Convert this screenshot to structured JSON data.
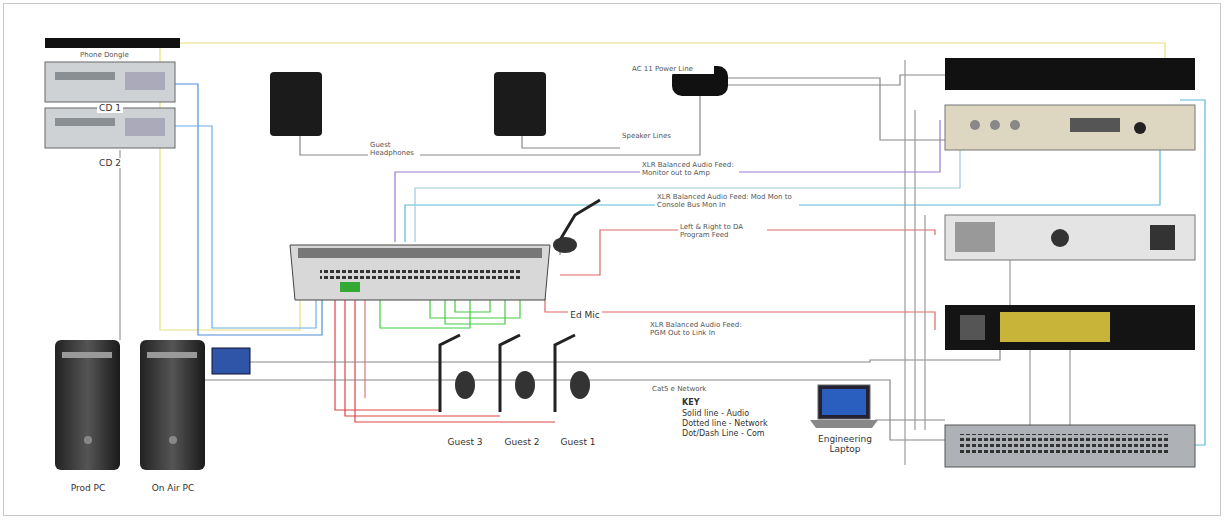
{
  "diagram": {
    "nodes": [
      {
        "text": [
          "CD 1"
        ]
      },
      {
        "text": [
          "CD 2"
        ]
      },
      {
        "text": [
          "Ed Mic"
        ]
      },
      {
        "text": [
          "Prod PC"
        ]
      },
      {
        "text": [
          "On Air PC"
        ]
      },
      {
        "text": [
          "Guest 3"
        ]
      },
      {
        "text": [
          "Guest 2"
        ]
      },
      {
        "text": [
          "Guest 1"
        ]
      },
      {
        "text": [
          "Engineering Laptop"
        ]
      }
    ],
    "labels": [
      "Phone Dongle",
      "AC 11 Power Line",
      "Speaker Lines",
      "XLR Balanced Audio Feed: Monitor out to Amp",
      "XLR Balanced Audio Feed: Mod Mon to Console Bus Mon In",
      "Left & Right to DA Program Feed",
      "XLR Balanced Audio Feed: PGM Out to Link In",
      "Cat5 e Network",
      "Guest Headphones",
      "KEY",
      "Solid line - Audio",
      "Dotted line - Network",
      "Dot/Dash Line - Com"
    ]
  }
}
